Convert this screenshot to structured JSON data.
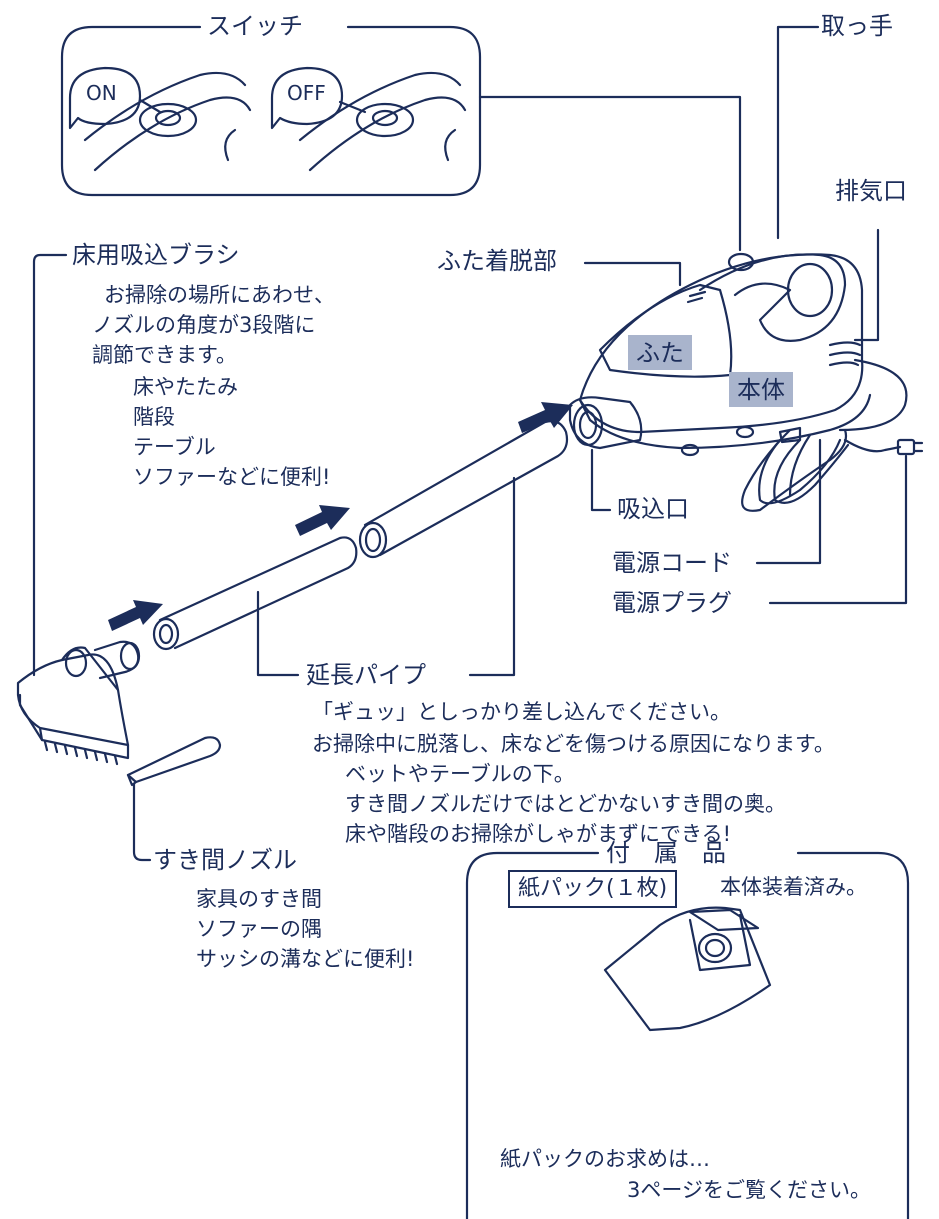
{
  "switch": {
    "title": "スイッチ",
    "on": "ON",
    "off": "OFF"
  },
  "parts": {
    "handle": "取っ手",
    "exhaust": "排気口",
    "lid_release": "ふた着脱部",
    "lid": "ふた",
    "body": "本体",
    "intake": "吸込口",
    "cord": "電源コード",
    "plug": "電源プラグ"
  },
  "floor_brush": {
    "title": "床用吸込ブラシ",
    "desc": [
      "お掃除の場所にあわせ、",
      "ノズルの角度が3段階に",
      "調節できます。"
    ],
    "uses": [
      "床やたたみ",
      "階段",
      "テーブル",
      "ソファーなどに便利!"
    ]
  },
  "pipe": {
    "title": "延長パイプ",
    "notes": [
      "「ギュッ」としっかり差し込んでください。",
      "お掃除中に脱落し、床などを傷つける原因になります。"
    ],
    "uses": [
      "ベットやテーブルの下。",
      "すき間ノズルだけではとどかないすき間の奥。",
      "床や階段のお掃除がしゃがまずにできる!"
    ]
  },
  "crevice": {
    "title": "すき間ノズル",
    "uses": [
      "家具のすき間",
      "ソファーの隅",
      "サッシの溝などに便利!"
    ]
  },
  "accessories": {
    "title": "付　属　品",
    "pack_label": "紙パック(１枚)",
    "pack_note": "本体装着済み。",
    "footer1": "紙パックのお求めは…",
    "footer2": "3ページをご覧ください。"
  },
  "colors": {
    "line": "#1c2d5a",
    "tag_bg": "#a9b4cc",
    "arrow": "#1c2d5a"
  }
}
